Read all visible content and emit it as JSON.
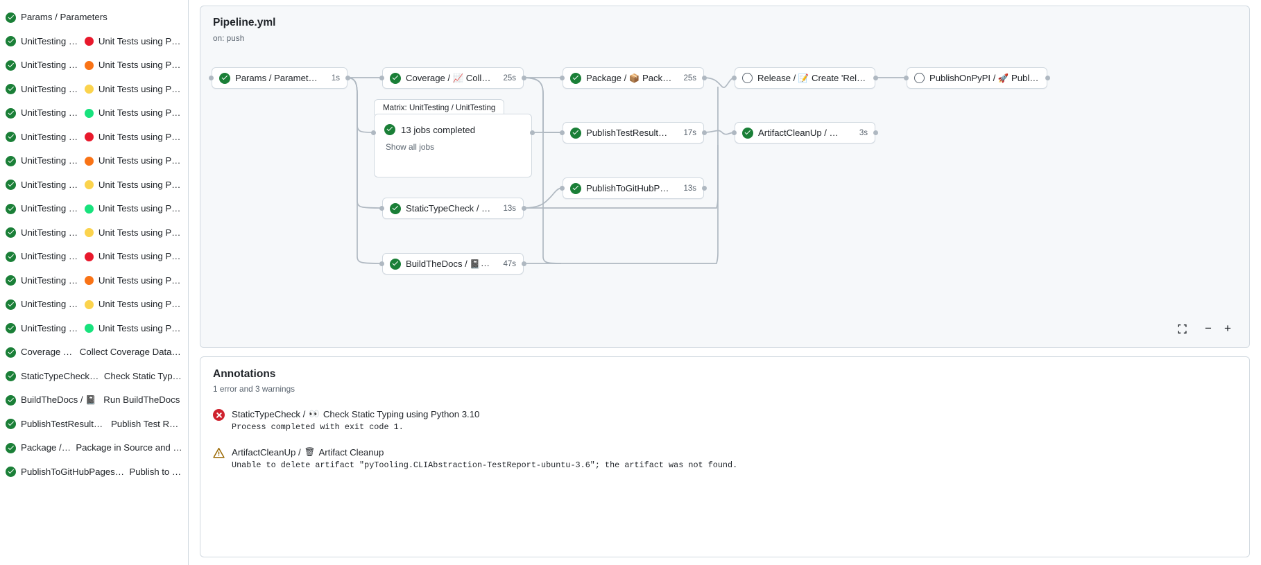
{
  "sidebar": {
    "jobs": [
      {
        "status": "success",
        "name": "Params / Parameters",
        "emoji": "",
        "dot": ""
      },
      {
        "status": "success",
        "name": "UnitTesting / ",
        "emoji": "🐧",
        "dot": "#e8192c",
        "suffix": "Unit Tests using Pyth…"
      },
      {
        "status": "success",
        "name": "UnitTesting / ",
        "emoji": "🐧",
        "dot": "#f97316",
        "suffix": "Unit Tests using Pyth…"
      },
      {
        "status": "success",
        "name": "UnitTesting / ",
        "emoji": "🐧",
        "dot": "#fbd34d",
        "suffix": "Unit Tests using Pyth…"
      },
      {
        "status": "success",
        "name": "UnitTesting / ",
        "emoji": "🐧",
        "dot": "#18e27d",
        "suffix": "Unit Tests using Pyth…"
      },
      {
        "status": "success",
        "name": "UnitTesting / ",
        "emoji": "🧊",
        "dot": "#e8192c",
        "suffix": "Unit Tests using Pyth…"
      },
      {
        "status": "success",
        "name": "UnitTesting / ",
        "emoji": "🧊",
        "dot": "#f97316",
        "suffix": "Unit Tests using Pyth…"
      },
      {
        "status": "success",
        "name": "UnitTesting / ",
        "emoji": "🧊",
        "dot": "#fbd34d",
        "suffix": "Unit Tests using Pyth…"
      },
      {
        "status": "success",
        "name": "UnitTesting / ",
        "emoji": "🧊",
        "dot": "#18e27d",
        "suffix": "Unit Tests using Pyth…"
      },
      {
        "status": "success",
        "name": "UnitTesting / ",
        "emoji": "🟦",
        "dot": "#fbd34d",
        "suffix": "Unit Tests using Pyth…"
      },
      {
        "status": "success",
        "name": "UnitTesting / ",
        "emoji": "🍎",
        "dot": "#e8192c",
        "suffix": "Unit Tests using Pyth…"
      },
      {
        "status": "success",
        "name": "UnitTesting / ",
        "emoji": "🍎",
        "dot": "#f97316",
        "suffix": "Unit Tests using Pyth…"
      },
      {
        "status": "success",
        "name": "UnitTesting / ",
        "emoji": "🍎",
        "dot": "#fbd34d",
        "suffix": "Unit Tests using Pyth…"
      },
      {
        "status": "success",
        "name": "UnitTesting / ",
        "emoji": "🍎",
        "dot": "#18e27d",
        "suffix": "Unit Tests using Pyth…"
      },
      {
        "status": "success",
        "name": "Coverage / ",
        "emoji": "📈",
        "dot": "",
        "suffix": "Collect Coverage Data usi…"
      },
      {
        "status": "success",
        "name": "StaticTypeCheck / ",
        "emoji": "👀",
        "dot": "",
        "suffix": "Check Static Typing…"
      },
      {
        "status": "success",
        "name": "BuildTheDocs / ",
        "emoji": "📓",
        "dot": "",
        "suffix": "Run BuildTheDocs"
      },
      {
        "status": "success",
        "name": "PublishTestResults / ",
        "emoji": "📊",
        "dot": "",
        "suffix": "Publish Test Resu…"
      },
      {
        "status": "success",
        "name": "Package / ",
        "emoji": "📦",
        "dot": "",
        "suffix": "Package in Source and Wh…"
      },
      {
        "status": "success",
        "name": "PublishToGitHubPages / ",
        "emoji": "📑",
        "dot": "",
        "suffix": "Publish to G…"
      }
    ]
  },
  "graph": {
    "workflow_title": "Pipeline.yml",
    "workflow_trigger": "on: push",
    "nodes": [
      {
        "id": "params",
        "status": "success",
        "label": "Params / Parameters",
        "emoji": "",
        "duration": "1s"
      },
      {
        "id": "coverage",
        "status": "success",
        "label": "Coverage / ",
        "emoji": "📈",
        "label2": "Collect Cove…",
        "duration": "25s"
      },
      {
        "id": "package",
        "status": "success",
        "label": "Package / ",
        "emoji": "📦",
        "label2": "Package in So…",
        "duration": "25s"
      },
      {
        "id": "release",
        "status": "pending",
        "label": "Release / ",
        "emoji": "📝",
        "label2": "Create 'Release P…",
        "duration": ""
      },
      {
        "id": "pypi",
        "status": "pending",
        "label": "PublishOnPyPI / ",
        "emoji": "🚀",
        "label2": "Publish to …",
        "duration": ""
      },
      {
        "id": "testresults",
        "status": "success",
        "label": "PublishTestResults / ",
        "emoji": "📊",
        "label2": "Pu…",
        "duration": "17s"
      },
      {
        "id": "artifact",
        "status": "success",
        "label": "ArtifactCleanUp / ",
        "emoji": "🗑",
        "label2": "Artifac…",
        "duration": "3s"
      },
      {
        "id": "ghpages",
        "status": "success",
        "label": "PublishToGitHubPages / ",
        "emoji": "📑",
        "label2": "…",
        "duration": "13s"
      },
      {
        "id": "statictype",
        "status": "success",
        "label": "StaticTypeCheck / ",
        "emoji": "👀",
        "label2": "Chec…",
        "duration": "13s"
      },
      {
        "id": "builddocs",
        "status": "success",
        "label": "BuildTheDocs / ",
        "emoji": "📓",
        "label2": "Run Buil…",
        "duration": "47s"
      }
    ],
    "matrix": {
      "tab_label": "Matrix: UnitTesting / UnitTesting",
      "summary": "13 jobs completed",
      "show_all": "Show all jobs",
      "status": "success"
    },
    "controls": {
      "fullscreen": "fullscreen-icon",
      "zoom_out": "−",
      "zoom_in": "+"
    }
  },
  "annotations": {
    "title": "Annotations",
    "subtitle": "1 error and 3 warnings",
    "items": [
      {
        "severity": "error",
        "job": "StaticTypeCheck / ",
        "emoji": "👀",
        "job2": "Check Static Typing using Python 3.10",
        "message": "Process completed with exit code 1."
      },
      {
        "severity": "warning",
        "job": "ArtifactCleanUp / ",
        "emoji": "🗑",
        "job2": "Artifact Cleanup",
        "message": "Unable to delete artifact \"pyTooling.CLIAbstraction-TestReport-ubuntu-3.6\"; the artifact was not found."
      }
    ]
  }
}
